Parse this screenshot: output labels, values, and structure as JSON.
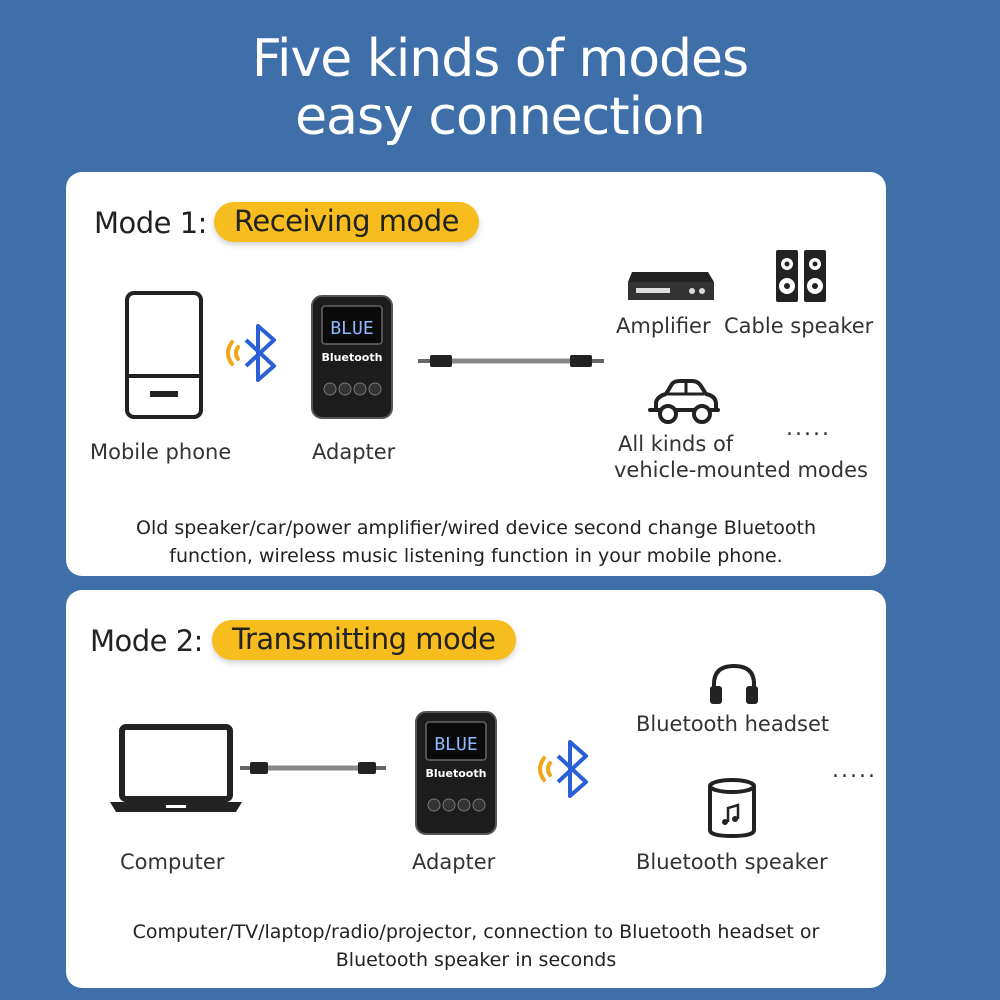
{
  "headline": {
    "line1": "Five kinds of modes",
    "line2": "easy connection"
  },
  "mode1": {
    "prefix": "Mode 1:",
    "name": "Receiving mode",
    "source_label": "Mobile phone",
    "adapter_label": "Adapter",
    "adapter_text": "Bluetooth",
    "screen_text": "BLUE",
    "outputs": {
      "amplifier": "Amplifier",
      "cable_speaker": "Cable speaker",
      "vehicle_line1": "All kinds of",
      "vehicle_line2": "vehicle-mounted modes",
      "more": "....."
    },
    "description_line1": "Old speaker/car/power amplifier/wired device second change Bluetooth",
    "description_line2": "function, wireless music listening function in your mobile phone."
  },
  "mode2": {
    "prefix": "Mode 2:",
    "name": "Transmitting mode",
    "source_label": "Computer",
    "adapter_label": "Adapter",
    "adapter_text": "Bluetooth",
    "screen_text": "BLUE",
    "outputs": {
      "headset": "Bluetooth headset",
      "speaker": "Bluetooth speaker",
      "more": "....."
    },
    "description_line1": "Computer/TV/laptop/radio/projector, connection to Bluetooth headset or",
    "description_line2": "Bluetooth speaker in seconds"
  },
  "colors": {
    "background": "#3f6fa8",
    "pill": "#f7bc1d",
    "bluetooth": "#2a5fd6",
    "signal": "#f0a71a"
  }
}
